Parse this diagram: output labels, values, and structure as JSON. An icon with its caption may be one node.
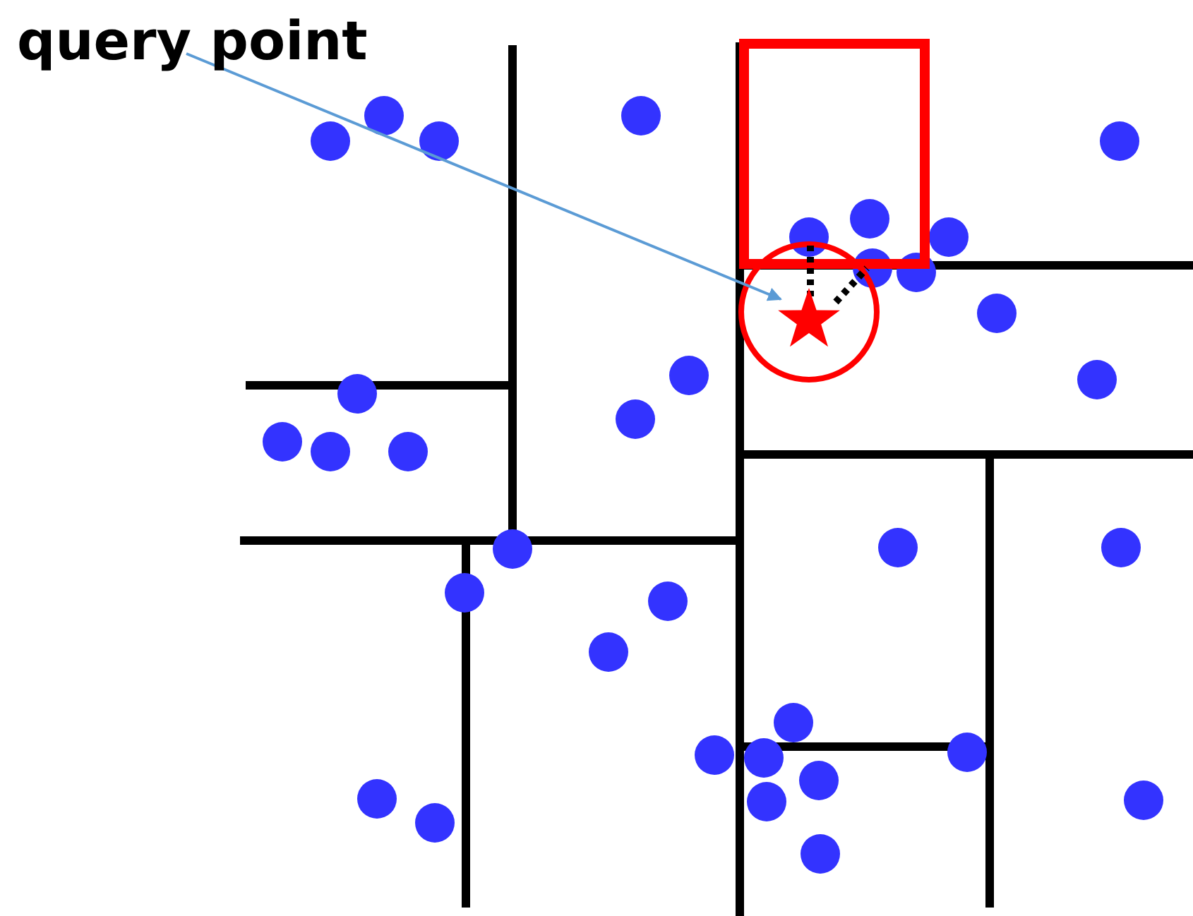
{
  "diagram": {
    "nodes": [
      {
        "text": [
          "query point"
        ]
      },
      {
        "text": [],
        "shape": "star"
      }
    ],
    "edges": [
      {
        "from": 0,
        "to": 1,
        "arrow": "to"
      }
    ]
  }
}
